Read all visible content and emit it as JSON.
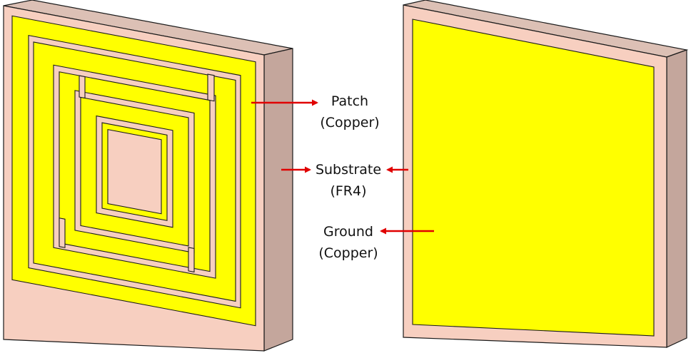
{
  "colors": {
    "copper": "#ffff00",
    "substrate_face": "#f7cfc0",
    "substrate_side": "#c4a69c",
    "substrate_top": "#dcc0b5",
    "outline": "#1a1a1a",
    "arrow": "#e00000"
  },
  "labels": {
    "patch": {
      "line1": "Patch",
      "line2": "(Copper)"
    },
    "substrate": {
      "line1": "Substrate",
      "line2": "(FR4)"
    },
    "ground": {
      "line1": "Ground",
      "line2": "(Copper)"
    }
  }
}
